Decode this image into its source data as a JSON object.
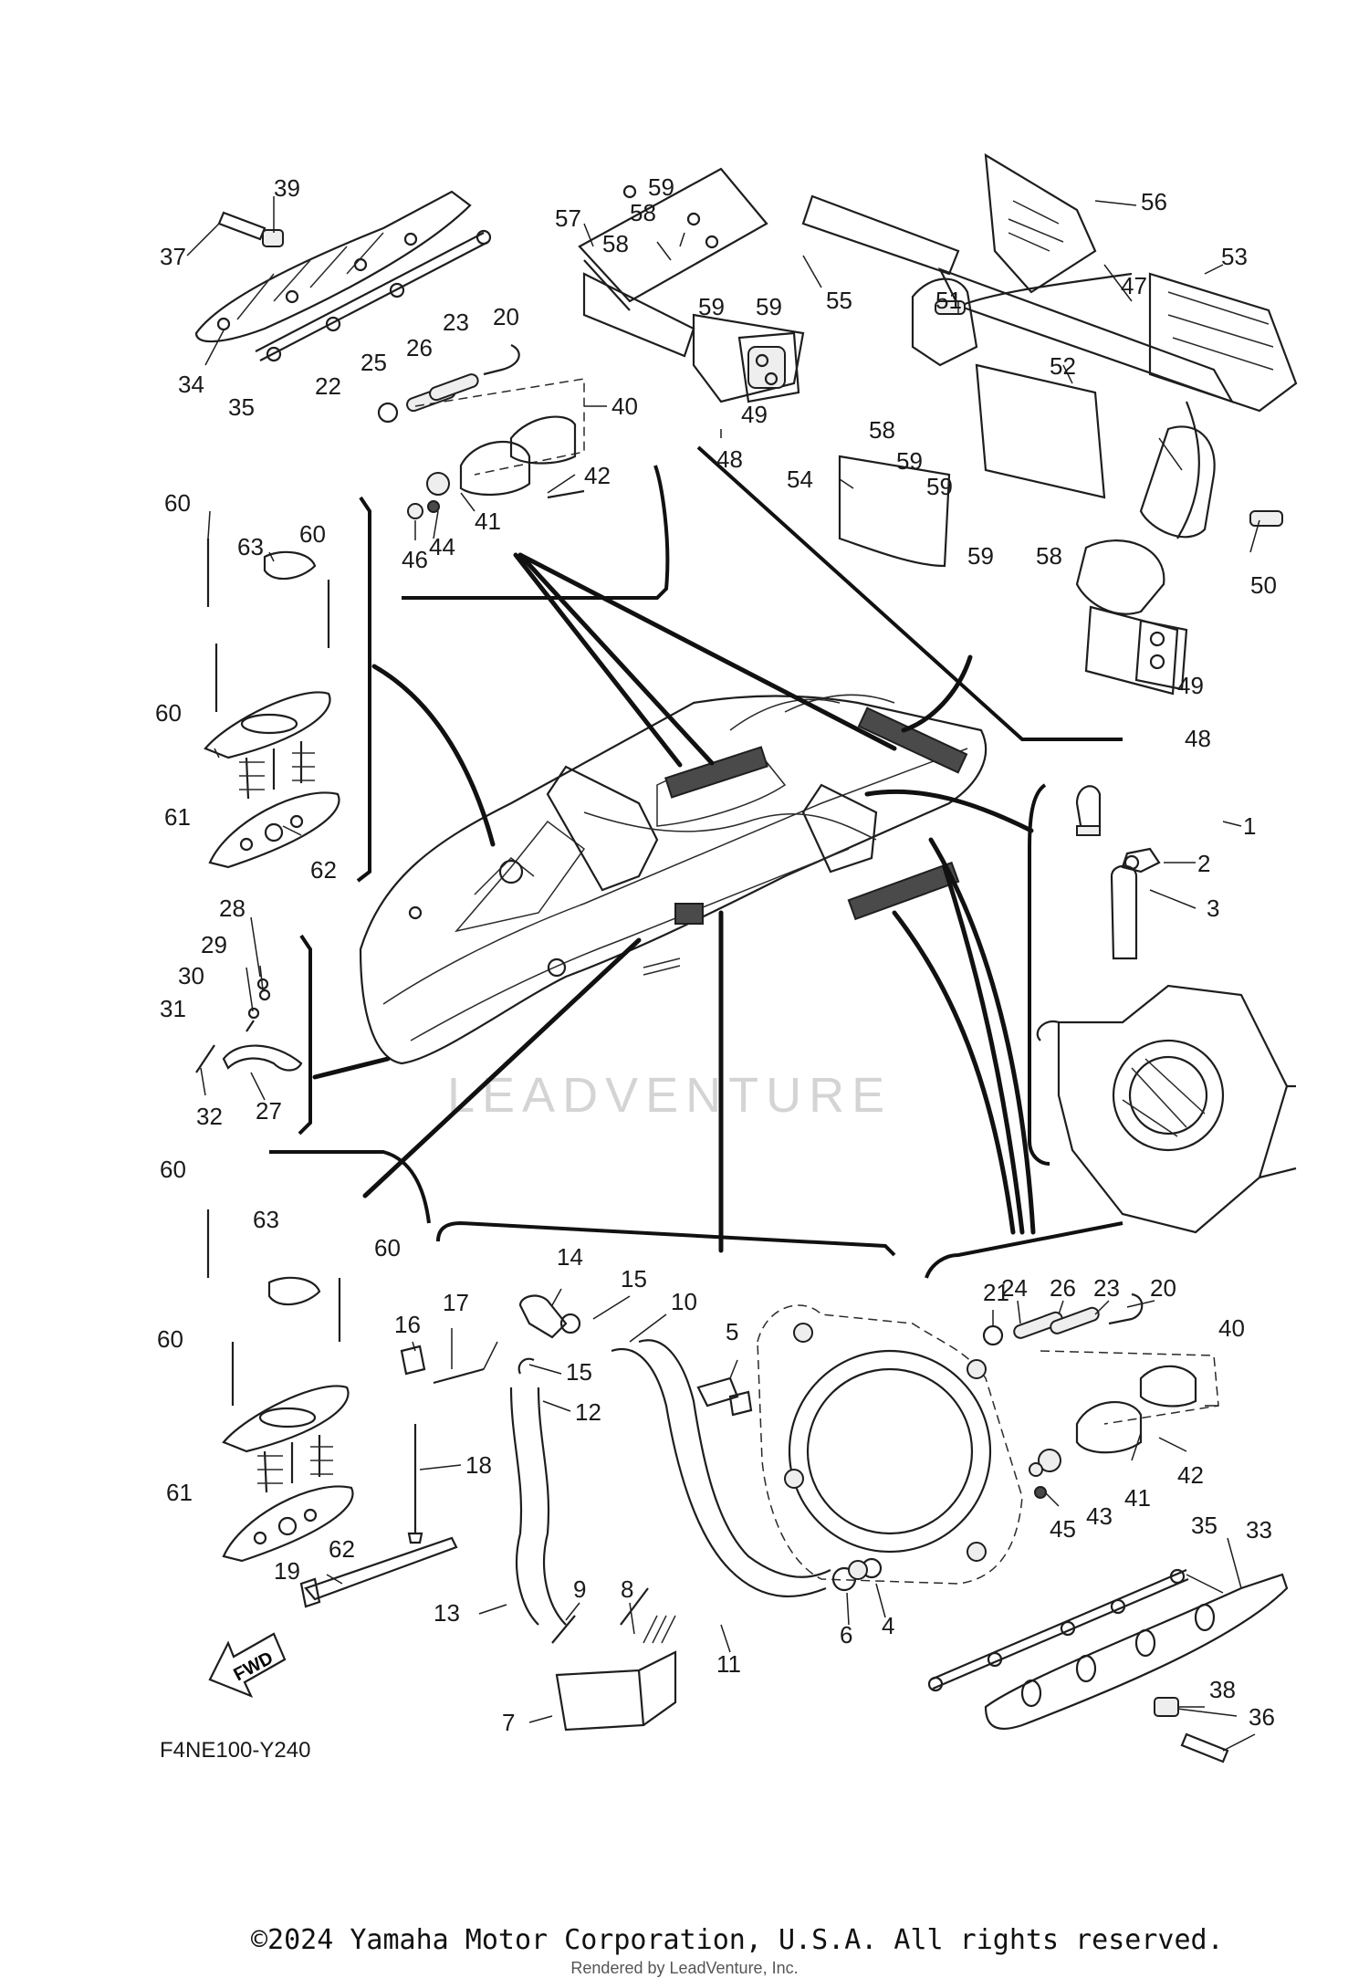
{
  "diagram_code": "F4NE100-Y240",
  "watermark": "LEADVENTURE",
  "copyright": "©2024 Yamaha Motor Corporation, U.S.A. All rights reserved.",
  "rendered_by": "Rendered by LeadVenture, Inc.",
  "fwd_label": "FWD",
  "callouts": [
    "1",
    "2",
    "3",
    "4",
    "5",
    "6",
    "7",
    "8",
    "9",
    "10",
    "11",
    "12",
    "13",
    "14",
    "15",
    "16",
    "17",
    "18",
    "19",
    "20",
    "21",
    "22",
    "23",
    "24",
    "25",
    "26",
    "27",
    "28",
    "29",
    "30",
    "31",
    "32",
    "33",
    "34",
    "35",
    "36",
    "37",
    "38",
    "39",
    "40",
    "41",
    "42",
    "43",
    "44",
    "45",
    "46",
    "47",
    "48",
    "49",
    "50",
    "51",
    "52",
    "53",
    "54",
    "55",
    "56",
    "57",
    "58",
    "59",
    "60",
    "61",
    "62",
    "63"
  ]
}
